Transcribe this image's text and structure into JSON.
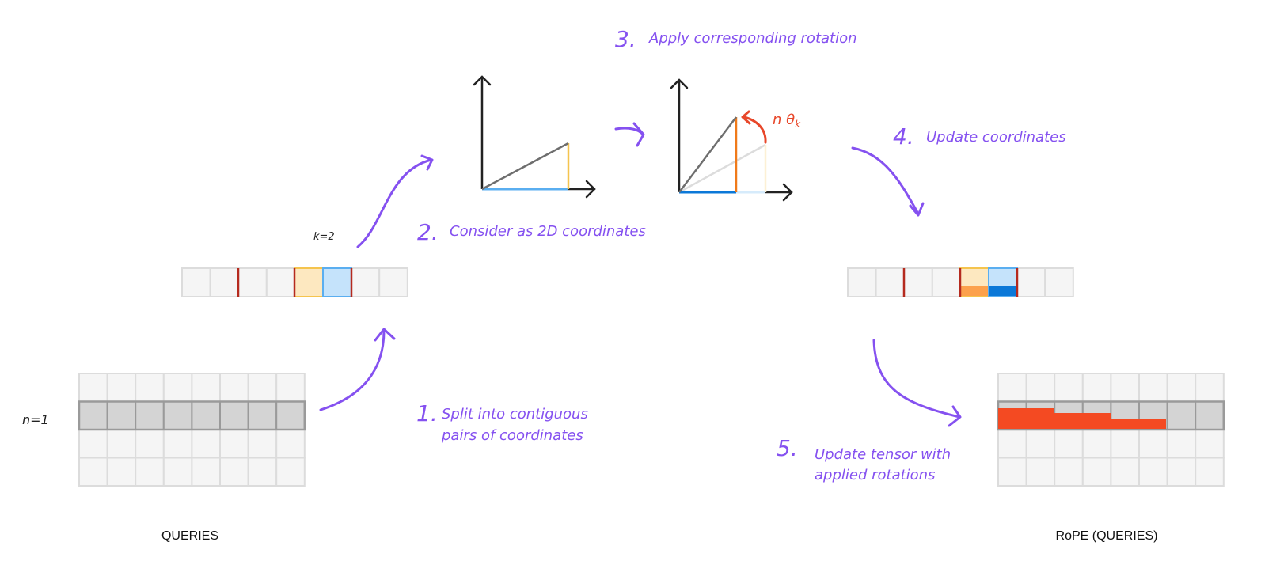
{
  "steps": [
    {
      "number": "1.",
      "lines": [
        "Split into contiguous",
        "pairs of coordinates"
      ]
    },
    {
      "number": "2.",
      "lines": [
        "Consider as 2D coordinates"
      ]
    },
    {
      "number": "3.",
      "lines": [
        "Apply corresponding rotation"
      ]
    },
    {
      "number": "4.",
      "lines": [
        "Update coordinates"
      ]
    },
    {
      "number": "5.",
      "lines": [
        "Update tensor with",
        "applied rotations"
      ]
    }
  ],
  "labels": {
    "k": "k=2",
    "n": "n=1",
    "theta": "n θ",
    "theta_sub": "k",
    "queries": "QUERIES",
    "rope_queries": "RoPE (QUERIES)"
  },
  "colors": {
    "accent": "#8551f0",
    "red_divider": "#b52a1e",
    "pair_yellow_fill": "#fde8c0",
    "pair_yellow_border": "#f5c44e",
    "pair_blue_fill": "#c5e3fb",
    "pair_blue_border": "#5aaef0",
    "rotated_orange": "#fca14c",
    "rotated_blue": "#0b78d8",
    "rope_red": "#f44a22",
    "vector_gray": "#6e6e6e",
    "axis": "#222222"
  },
  "grids": {
    "queries": {
      "rows": 4,
      "cols": 8,
      "highlighted_row_index": 1
    },
    "rope": {
      "rows": 4,
      "cols": 8,
      "highlighted_row_index": 1
    }
  },
  "vector_strip": {
    "cells": 8,
    "pair_start_index": 4
  }
}
